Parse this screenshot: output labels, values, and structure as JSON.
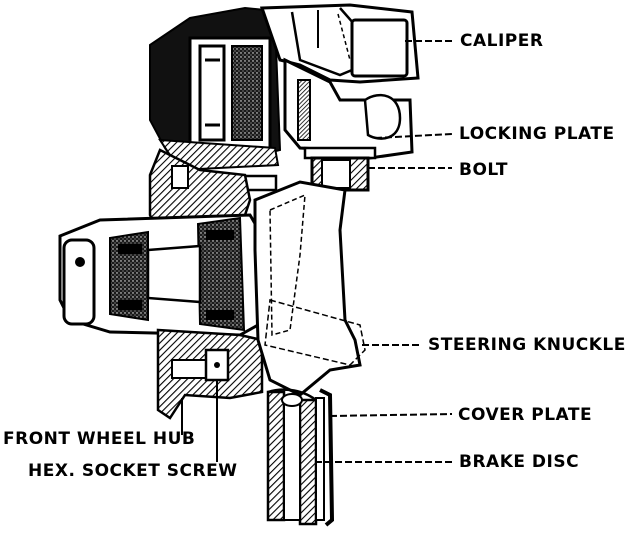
{
  "colors": {
    "ink": "#000000",
    "paper": "#ffffff",
    "hatch": "#5a5a5a"
  },
  "labels": {
    "caliper": "CALIPER",
    "locking_plate": "LOCKING PLATE",
    "bolt": "BOLT",
    "steering_knuckle": "STEERING KNUCKLE",
    "cover_plate": "COVER PLATE",
    "brake_disc": "BRAKE DISC",
    "front_wheel_hub": "FRONT WHEEL HUB",
    "hex_socket_screw": "HEX. SOCKET SCREW"
  }
}
